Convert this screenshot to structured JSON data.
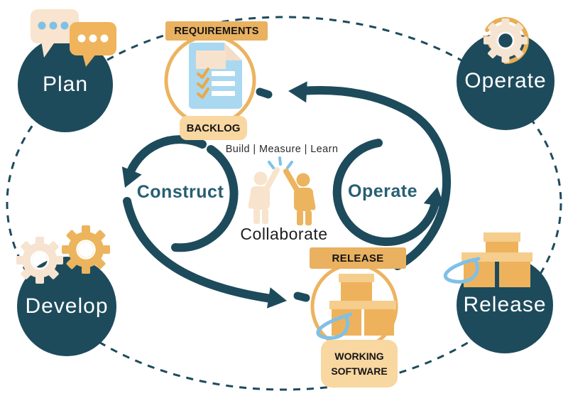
{
  "diagram": {
    "corners": {
      "plan": "Plan",
      "operate": "Operate",
      "develop": "Develop",
      "release": "Release"
    },
    "loops": {
      "construct": "Construct",
      "operate": "Operate"
    },
    "badges": {
      "requirements": "REQUIREMENTS",
      "backlog": "BACKLOG",
      "release": "RELEASE",
      "working_software": {
        "line1": "WORKING",
        "line2": "SOFTWARE"
      }
    },
    "center": {
      "mantra": "Build | Measure | Learn",
      "collaborate": "Collaborate"
    },
    "colors": {
      "teal": "#1d4b5c",
      "teal_text": "#275f72",
      "badge_orange": "#e9b160",
      "badge_tan": "#f9d7a0",
      "cream": "#f8e4cf",
      "box_orange": "#eeb25c",
      "box_lid": "#f5cd8d",
      "doc_blue": "#a9d8f0",
      "accent_blue": "#7fc0e6",
      "check_orange": "#eca843",
      "text_black": "#151515"
    },
    "icons": [
      "chat-bubbles-icon",
      "gear-refresh-icon",
      "gears-icon",
      "boxes-icon",
      "document-checklist-icon",
      "software-boxes-icon",
      "highfive-figures-icon",
      "spark-icon"
    ]
  }
}
